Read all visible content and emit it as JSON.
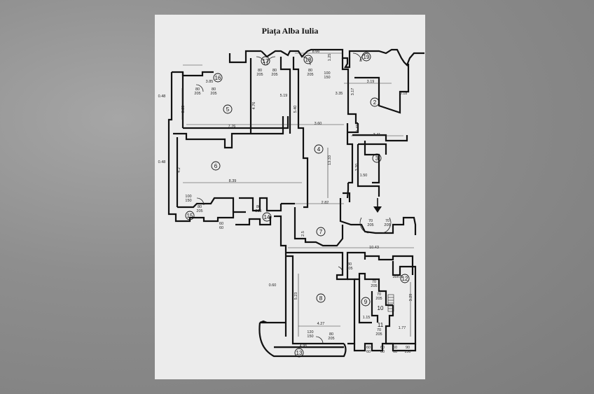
{
  "title": "Piața Alba Iulia",
  "rooms": [
    {
      "label": "2"
    },
    {
      "label": "3"
    },
    {
      "label": "4"
    },
    {
      "label": "5"
    },
    {
      "label": "6"
    },
    {
      "label": "7"
    },
    {
      "label": "8"
    },
    {
      "label": "9"
    },
    {
      "label": "10"
    },
    {
      "label": "11"
    },
    {
      "label": "12"
    },
    {
      "label": "13"
    },
    {
      "label": "14"
    },
    {
      "label": "15"
    },
    {
      "label": "16"
    },
    {
      "label": "17"
    },
    {
      "label": "18"
    },
    {
      "label": "19"
    }
  ],
  "dimensions": {
    "d_866": "8.66",
    "d_125": "1.25",
    "d_385": "3.85",
    "d_519": "5.19",
    "d_317": "3.17",
    "d_335": "3.35",
    "d_280": "2.80",
    "d_048a": "0.48",
    "d_048b": "0.48",
    "d_325": "3.25",
    "d_476": "4.76",
    "d_540": "5.40",
    "d_776": "7.76",
    "d_360": "3.60",
    "d_143": "1.43",
    "d_341": "3.41",
    "d_018": "0.18",
    "d_1333": "13.33",
    "d_320": "3.20",
    "d_150": "1.50",
    "d_42": "4.2",
    "d_839": "8.39",
    "d_282": "2.82",
    "d_25": "2.5",
    "d_1043": "10.43",
    "d_060": "0.60",
    "d_523": "5.23",
    "d_427": "4.27",
    "d_115": "1.15",
    "d_177": "1.77",
    "d_495": "4.95",
    "d_329": "3.29",
    "d_35x75": "35x75",
    "d_319": "3.19"
  },
  "doors": [
    {
      "w": "80",
      "h": "205"
    },
    {
      "w": "80",
      "h": "205"
    },
    {
      "w": "80",
      "h": "205"
    },
    {
      "w": "80",
      "h": "205"
    },
    {
      "w": "100",
      "h": "150"
    },
    {
      "w": "80",
      "h": "205"
    },
    {
      "w": "100",
      "h": "150"
    },
    {
      "w": "80",
      "h": "205"
    },
    {
      "w": "80",
      "h": "205"
    },
    {
      "w": "60",
      "h": "60"
    },
    {
      "w": "70",
      "h": "205"
    },
    {
      "w": "70",
      "h": "205"
    },
    {
      "w": "80",
      "h": "205"
    },
    {
      "w": "70",
      "h": "205"
    },
    {
      "w": "70",
      "h": "205"
    },
    {
      "w": "70",
      "h": "205"
    },
    {
      "w": "120",
      "h": "150"
    },
    {
      "w": "80",
      "h": "205"
    },
    {
      "w": "60",
      "h": "60"
    },
    {
      "w": "60",
      "h": "60"
    },
    {
      "w": "60",
      "h": "60"
    },
    {
      "w": "90",
      "h": "150"
    }
  ]
}
